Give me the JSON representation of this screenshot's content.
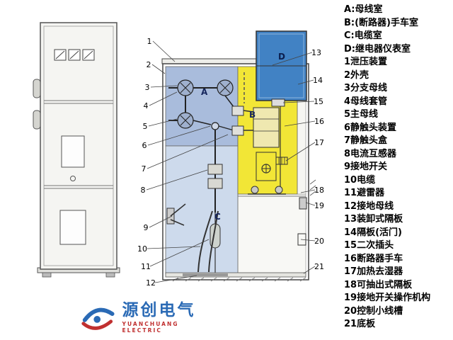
{
  "figure": {
    "region_labels": {
      "a": "A",
      "b": "B",
      "c": "C",
      "d": "D"
    },
    "callouts": [
      "1",
      "2",
      "3",
      "4",
      "5",
      "6",
      "7",
      "8",
      "9",
      "10",
      "11",
      "12",
      "13",
      "14",
      "15",
      "16",
      "17",
      "18",
      "19",
      "20",
      "21"
    ]
  },
  "legend": {
    "items": [
      "A:母线室",
      "B:(断路器)手车室",
      "C:电缆室",
      "D:继电器仪表室",
      "1泄压装置",
      "2外壳",
      "3分支母线",
      "4母线套管",
      "5主母线",
      "6静触头装置",
      "7静触头盒",
      "8电流互感器",
      "9接地开关",
      "10电缆",
      "11避雷器",
      "12接地母线",
      "13装卸式隔板",
      "14隔板(活门)",
      "15二次插头",
      "16断路器手车",
      "17加热去湿器",
      "18可抽出式隔板",
      "19接地开关操作机构",
      "20控制小线槽",
      "21底板"
    ]
  },
  "logo": {
    "name_cn": "源创电气",
    "name_en": "YUANCHUANG ELECTRIC"
  },
  "colors": {
    "region_a": "#a9bcdc",
    "region_b": "#f2e636",
    "region_c": "#cddaec",
    "region_d": "#4182c4",
    "line": "#444444",
    "logo_blue": "#2a6ab5",
    "logo_red": "#c03030"
  }
}
